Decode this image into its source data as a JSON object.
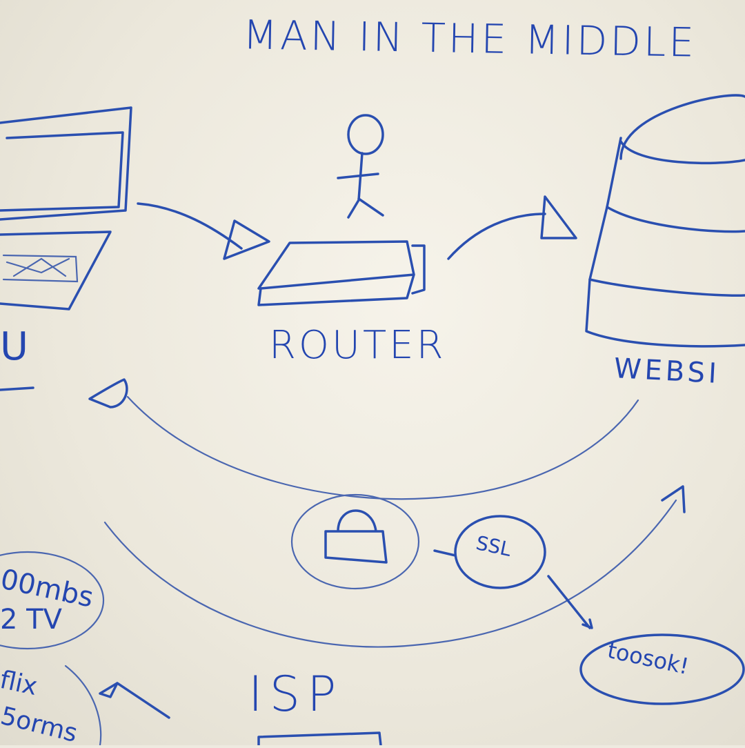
{
  "whiteboard": {
    "title": "MAN IN THE MIDDLE",
    "router_label": "ROUTER",
    "website_label": "WEBSI",
    "you_label": "U",
    "ssl_label": "SSL",
    "isp_label": "ISP",
    "ok_label": "toosok!",
    "speed_note": "00mbs",
    "tv_note": "2 TV",
    "flix_note": "flix",
    "speed_note_2": "5orms"
  },
  "colors": {
    "ink": "#2a4fb0",
    "board": "#eeeae0"
  }
}
